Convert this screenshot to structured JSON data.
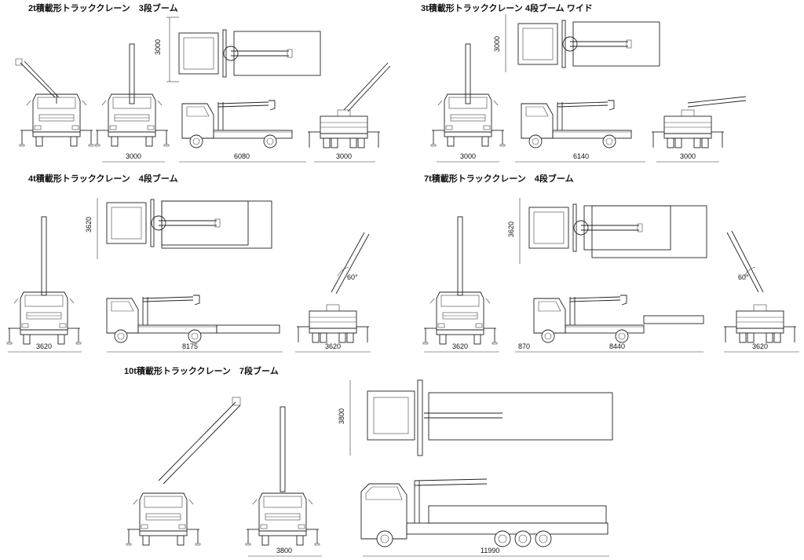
{
  "sections": {
    "s2t": {
      "title": "2t積載形トラッククレーン　3段ブーム",
      "dims": {
        "top_w": "3000",
        "front": "3000",
        "side": "6080",
        "rear": "3000"
      }
    },
    "s3t": {
      "title": "3t積載形トラッククレーン 4段ブーム ワイド",
      "dims": {
        "top_w": "3000",
        "front": "3000",
        "side": "6140",
        "rear": "3000"
      }
    },
    "s4t": {
      "title": "4t積載形トラッククレーン　4段ブーム",
      "dims": {
        "top_w": "3620",
        "front": "3620",
        "side": "8175",
        "rear": "3620",
        "angle": "60°"
      }
    },
    "s7t": {
      "title": "7t積載形トラッククレーン　4段ブーム",
      "dims": {
        "top_w": "3620",
        "front": "3620",
        "front_ext": "870",
        "side": "8440",
        "rear": "3620",
        "angle": "60°"
      }
    },
    "s10t": {
      "title": "10t積載形トラッククレーン　7段ブーム",
      "dims": {
        "top_w": "3800",
        "front": "3800",
        "side": "11990"
      }
    }
  }
}
